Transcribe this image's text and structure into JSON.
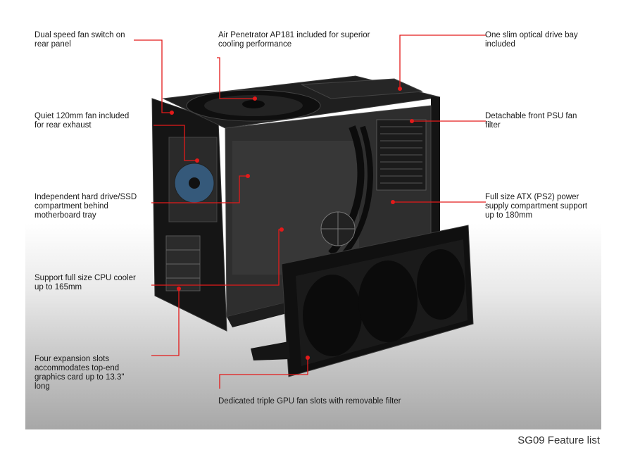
{
  "callouts": {
    "fan_switch": [
      "Dual speed fan switch on",
      "rear panel"
    ],
    "ap181": [
      "Air Penetrator AP181 included for superior",
      "cooling performance"
    ],
    "optical_bay": [
      "One slim optical drive bay",
      "included"
    ],
    "rear_fan": [
      "Quiet 120mm fan included",
      "for rear exhaust"
    ],
    "psu_filter": [
      "Detachable front PSU fan",
      "filter"
    ],
    "hdd_compartment": [
      "Independent hard drive/SSD",
      "compartment behind",
      "motherboard tray"
    ],
    "psu_compartment": [
      "Full size ATX (PS2) power",
      "supply compartment support",
      "up to 180mm"
    ],
    "cpu_cooler": [
      "Support full size CPU cooler",
      "up to 165mm"
    ],
    "expansion_slots": [
      "Four expansion slots",
      "accommodates top-end",
      "graphics card up to 13.3\"",
      "long"
    ],
    "gpu_fan_slots": [
      "Dedicated triple GPU fan slots with removable filter"
    ]
  },
  "caption": "SG09 Feature list",
  "colors": {
    "accent": "#e31a1a",
    "case_body": "#1c1c1c",
    "background_gradient_end": "#a7a7a7"
  }
}
